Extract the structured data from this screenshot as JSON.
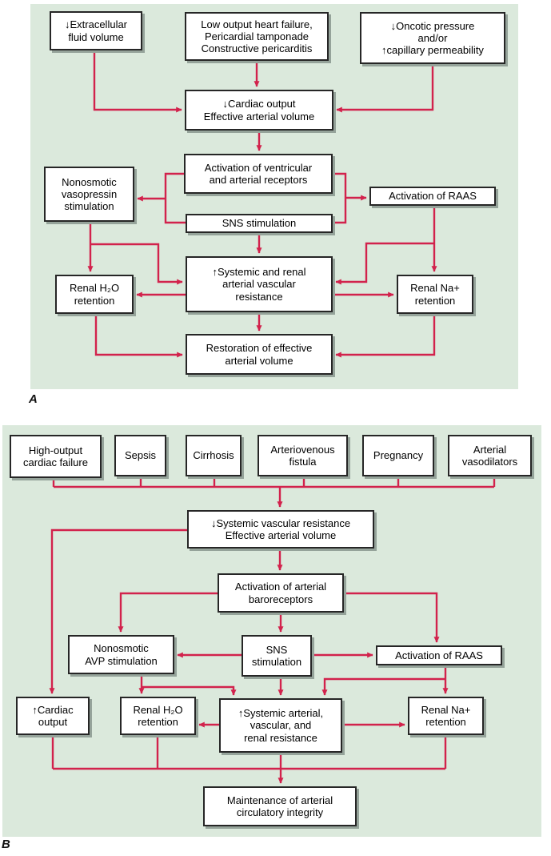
{
  "colors": {
    "panel_bg": "#dbe9dc",
    "arrow": "#d2224c",
    "box_border": "#262626",
    "box_bg": "#ffffff",
    "shadow": "#95a39a",
    "text": "#000000"
  },
  "panel_a": {
    "label": "A",
    "boxes": [
      {
        "id": "extracellular-fluid-volume",
        "label": "↓Extracellular\nfluid volume"
      },
      {
        "id": "low-output-heart-failure",
        "label": "Low output heart failure,\nPericardial tamponade\nConstructive pericarditis"
      },
      {
        "id": "oncotic-pressure",
        "label": "↓Oncotic pressure\nand/or\n↑capillary permeability"
      },
      {
        "id": "cardiac-output-effective-arterial-volume",
        "label": "↓Cardiac output\nEffective arterial volume"
      },
      {
        "id": "ventricular-arterial-receptors",
        "label": "Activation of ventricular\nand arterial receptors"
      },
      {
        "id": "nonosmotic-vasopressin-stimulation",
        "label": "Nonosmotic\nvasopressin\nstimulation"
      },
      {
        "id": "activation-of-raas-a",
        "label": "Activation of RAAS"
      },
      {
        "id": "sns-stimulation-a",
        "label": "SNS stimulation"
      },
      {
        "id": "systemic-renal-vascular-resistance",
        "label": "↑Systemic and renal\narterial vascular\nresistance"
      },
      {
        "id": "renal-h2o-retention-a",
        "label": "Renal H₂O\nretention"
      },
      {
        "id": "renal-na-retention-a",
        "label": "Renal Na+\nretention"
      },
      {
        "id": "restoration-effective-arterial-volume",
        "label": "Restoration of effective\narterial volume"
      }
    ]
  },
  "panel_b": {
    "label": "B",
    "boxes": [
      {
        "id": "high-output-cardiac-failure",
        "label": "High-output\ncardiac failure"
      },
      {
        "id": "sepsis",
        "label": "Sepsis"
      },
      {
        "id": "cirrhosis",
        "label": "Cirrhosis"
      },
      {
        "id": "arteriovenous-fistula",
        "label": "Arteriovenous\nfistula"
      },
      {
        "id": "pregnancy",
        "label": "Pregnancy"
      },
      {
        "id": "arterial-vasodilators",
        "label": "Arterial\nvasodilators"
      },
      {
        "id": "systemic-vascular-resistance-effective-arterial-volume",
        "label": "↓Systemic vascular resistance\nEffective arterial volume"
      },
      {
        "id": "activation-arterial-baroreceptors",
        "label": "Activation of arterial\nbaroreceptors"
      },
      {
        "id": "nonosmotic-avp-stimulation",
        "label": "Nonosmotic\nAVP stimulation"
      },
      {
        "id": "sns-stimulation-b",
        "label": "SNS\nstimulation"
      },
      {
        "id": "activation-of-raas-b",
        "label": "Activation of RAAS"
      },
      {
        "id": "cardiac-output-up",
        "label": "↑Cardiac\noutput"
      },
      {
        "id": "renal-h2o-retention-b",
        "label": "Renal H₂O\nretention"
      },
      {
        "id": "systemic-arterial-vascular-renal-resistance",
        "label": "↑Systemic arterial,\nvascular, and\nrenal resistance"
      },
      {
        "id": "renal-na-retention-b",
        "label": "Renal Na+\nretention"
      },
      {
        "id": "maintenance-arterial-circulatory-integrity",
        "label": "Maintenance of arterial\ncirculatory integrity"
      }
    ]
  }
}
